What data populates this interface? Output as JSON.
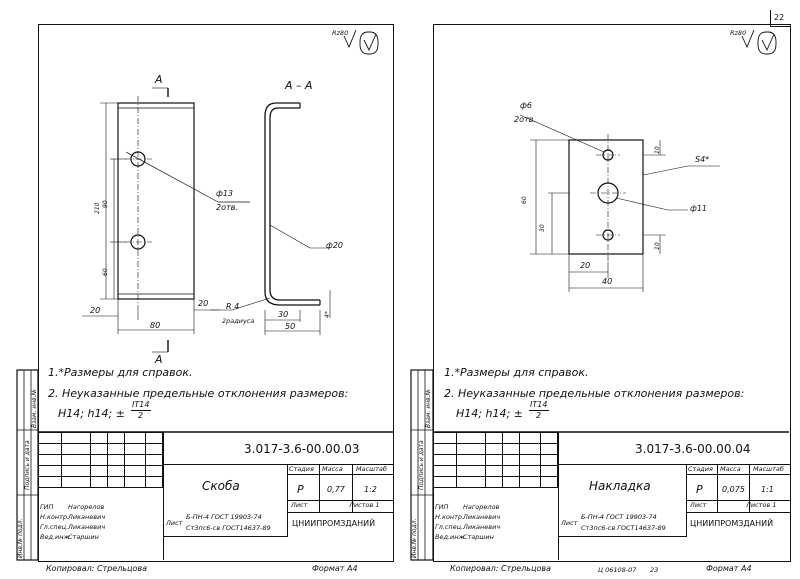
{
  "page": {
    "number": "22"
  },
  "left": {
    "roughness": "Rz80",
    "section_mark": "А",
    "section_title": "А – А",
    "dims": {
      "d_hole": "ф13",
      "d_hole_count": "2отв.",
      "h_total": "210",
      "h_mid": "90",
      "h_low": "60",
      "w_left": "20",
      "w_bottom": "80",
      "w_right": "20",
      "radius": "R 4",
      "radius_note": "2радиуса",
      "d_bend": "ф20",
      "w_leg": "30",
      "w_base": "50",
      "thickness": "4*"
    },
    "notes": {
      "n1": "1.*Размеры для справок.",
      "n2": "2. Неуказанные предельные отклонения размеров:",
      "n2_tol": "H14;  h14;  ±",
      "n2_frac_top": "IT14",
      "n2_frac_bot": "2"
    },
    "title_block": {
      "doc_code": "3.017-3.6-00.00.03",
      "name": "Скоба",
      "stage_h": "Стадия",
      "mass_h": "Масса",
      "scale_h": "Масштаб",
      "stage": "Р",
      "mass": "0,77",
      "scale": "1:2",
      "sheet": "Лист",
      "sheets": "Листов 1",
      "material_1": "Б-ПН-4 ГОСТ 19903-74",
      "material_2": "Ст3пс6-св ГОСТ14637-89",
      "material_prefix": "Лист",
      "org": "ЦНИИПРОМЗДАНИЙ",
      "roles": [
        "ГИП",
        "Н.контр.",
        "Гл.спец.",
        "Вед.инж."
      ],
      "people": [
        "Нагорелов",
        "Ликаневич",
        "Ликаневич",
        "Старшин"
      ],
      "side_labels": [
        "Инв.№ подл.",
        "Подпись и дата",
        "Взам. инв.№"
      ],
      "copied": "Копировал: Стрельцова",
      "format": "Формат А4"
    }
  },
  "right": {
    "roughness": "Rz80",
    "dims": {
      "d_small": "ф6",
      "d_small_count": "2отв.",
      "d_large": "ф11",
      "thickness": "S4*",
      "h_total": "60",
      "h_mid": "30",
      "top_off": "10",
      "bot_off": "10",
      "w_half": "20",
      "w_total": "40"
    },
    "notes": {
      "n1": "1.*Размеры для справок.",
      "n2": "2. Неуказанные предельные отклонения размеров:",
      "n2_tol": "H14;  h14;  ±",
      "n2_frac_top": "IT14",
      "n2_frac_bot": "2"
    },
    "title_block": {
      "doc_code": "3.017-3.6-00.00.04",
      "name": "Накладка",
      "stage_h": "Стадия",
      "mass_h": "Масса",
      "scale_h": "Масштаб",
      "stage": "Р",
      "mass": "0,075",
      "scale": "1:1",
      "sheet": "Лист",
      "sheets": "Листов 1",
      "material_1": "Б-ПН-4 ГОСТ 19903-74",
      "material_2": "Ст3пс6-св ГОСТ14637-89",
      "material_prefix": "Лист",
      "org": "ЦНИИПРОМЗДАНИЙ",
      "roles": [
        "ГИП",
        "Н.контр.",
        "Гл.спец.",
        "Вед.инж."
      ],
      "people": [
        "Нагорелов",
        "Ликаневич",
        "Ликаневич",
        "Старшин"
      ],
      "side_labels": [
        "Инв.№ подл.",
        "Подпись и дата",
        "Взам. инв.№"
      ],
      "copied": "Копировал: Стрельцова",
      "order": "Ц 06108-07",
      "order_num": "23",
      "format": "Формат А4"
    }
  }
}
